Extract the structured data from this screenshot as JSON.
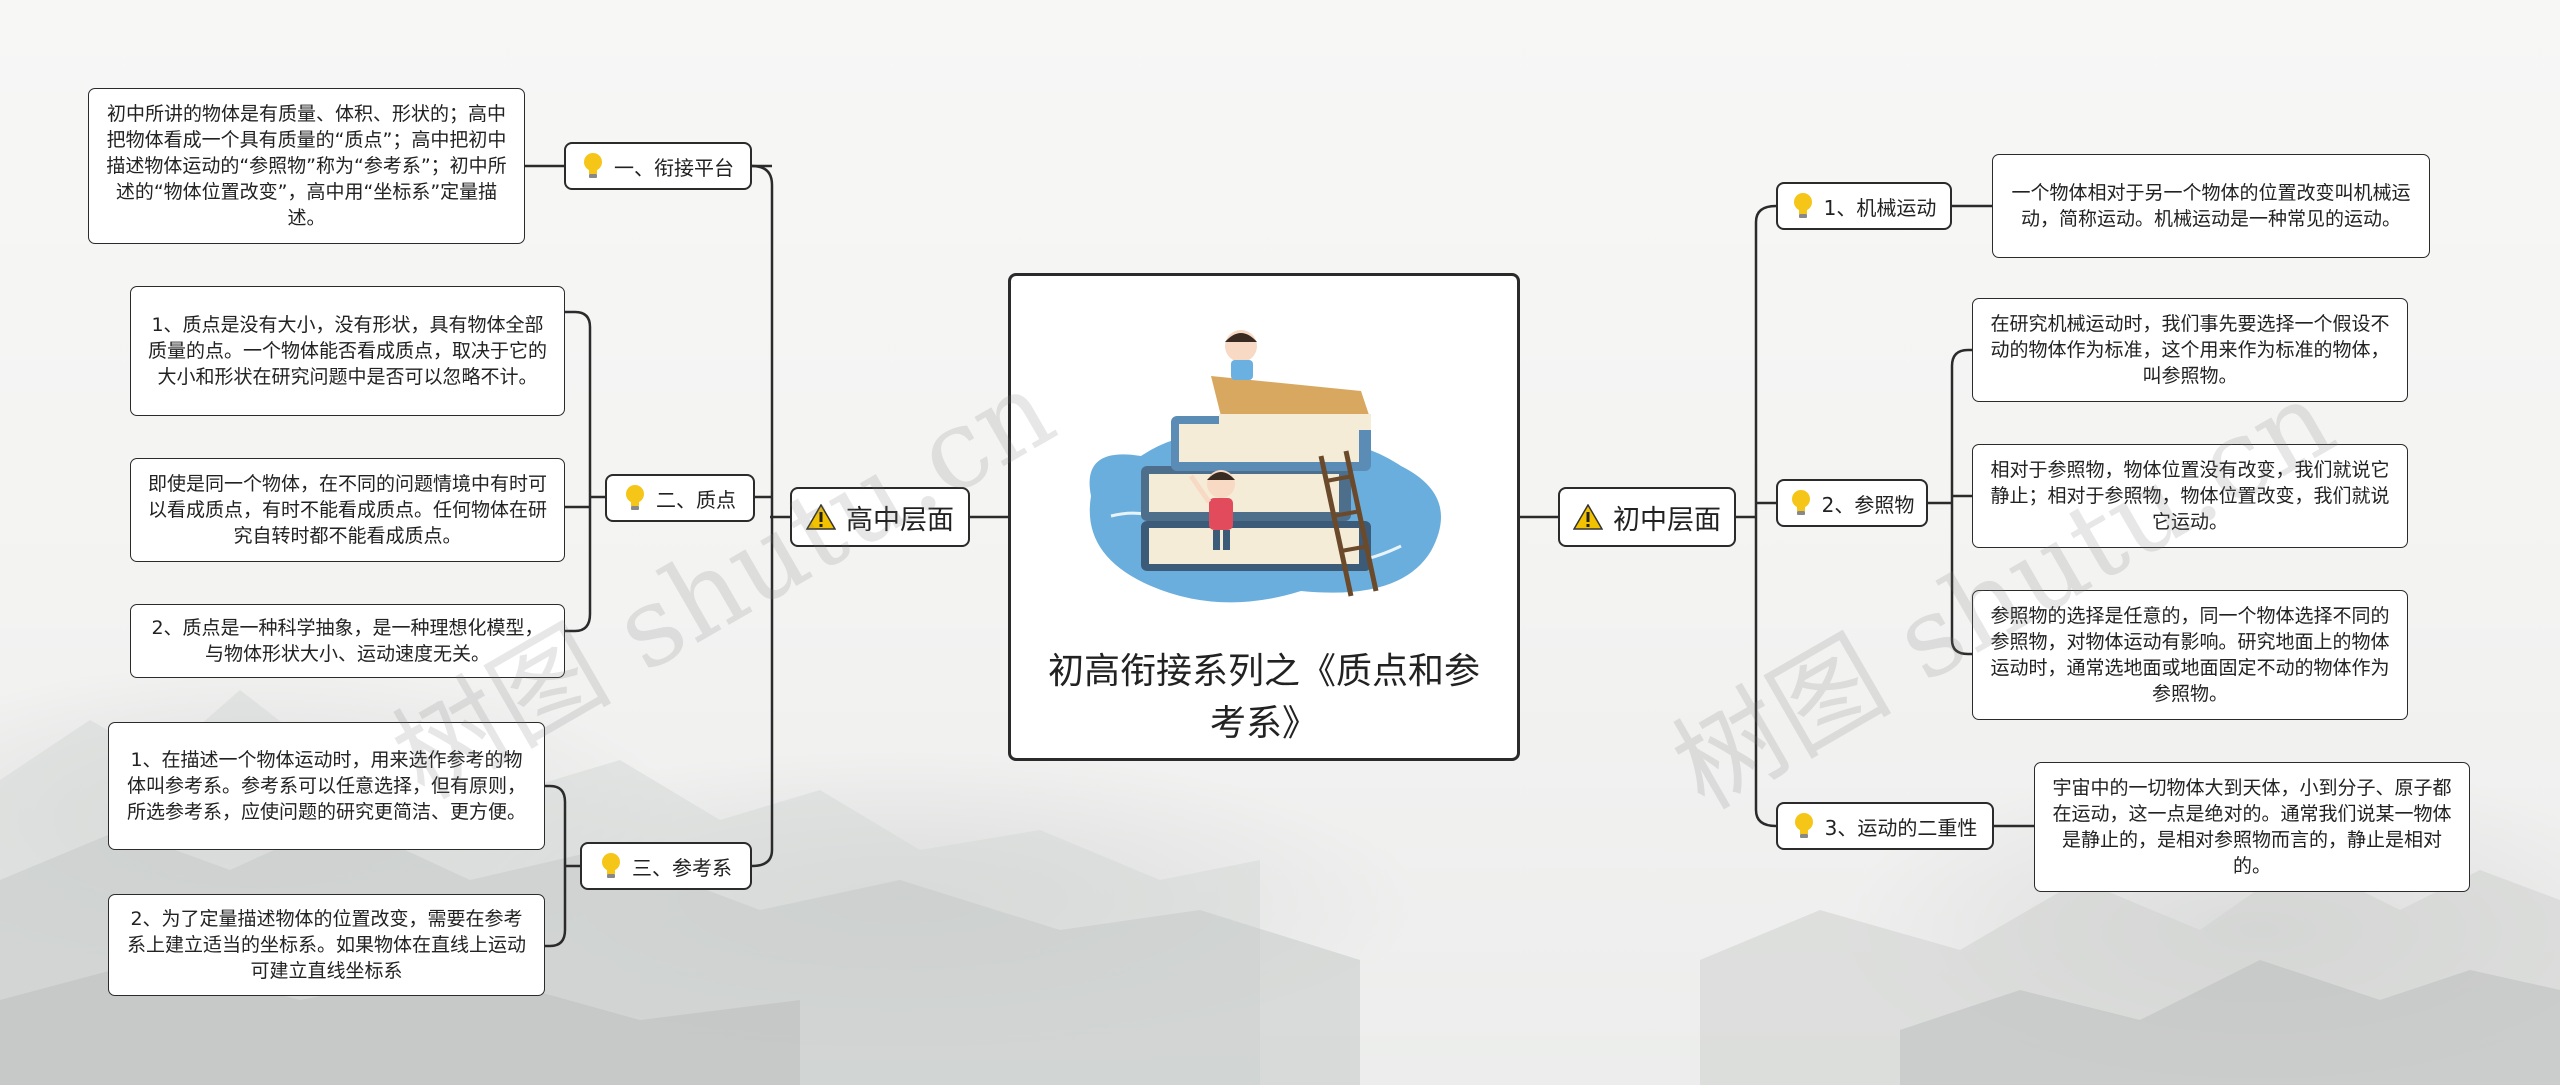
{
  "root": {
    "title": "初高衔接系列之《质点和参考系》"
  },
  "left_branch": {
    "label": "高中层面",
    "children": [
      {
        "label": "一、衔接平台",
        "leaves": [
          "初中所讲的物体是有质量、体积、形状的；高中把物体看成一个具有质量的“质点”；高中把初中描述物体运动的“参照物”称为“参考系”；初中所述的“物体位置改变”，高中用“坐标系”定量描述。"
        ]
      },
      {
        "label": "二、质点",
        "leaves": [
          "1、质点是没有大小，没有形状，具有物体全部质量的点。一个物体能否看成质点，取决于它的大小和形状在研究问题中是否可以忽略不计。",
          "即使是同一个物体，在不同的问题情境中有时可以看成质点，有时不能看成质点。任何物体在研究自转时都不能看成质点。",
          "2、质点是一种科学抽象，是一种理想化模型，与物体形状大小、运动速度无关。"
        ]
      },
      {
        "label": "三、参考系",
        "leaves": [
          "1、在描述一个物体运动时，用来选作参考的物体叫参考系。参考系可以任意选择，但有原则，所选参考系，应使问题的研究更简洁、更方便。",
          "2、为了定量描述物体的位置改变，需要在参考系上建立适当的坐标系。如果物体在直线上运动可建立直线坐标系"
        ]
      }
    ]
  },
  "right_branch": {
    "label": "初中层面",
    "children": [
      {
        "label": "1、机械运动",
        "leaves": [
          "一个物体相对于另一个物体的位置改变叫机械运动，简称运动。机械运动是一种常见的运动。"
        ]
      },
      {
        "label": "2、参照物",
        "leaves": [
          "在研究机械运动时，我们事先要选择一个假设不动的物体作为标准，这个用来作为标准的物体，叫参照物。",
          "相对于参照物，物体位置没有改变，我们就说它静止；相对于参照物，物体位置改变，我们就说它运动。",
          "参照物的选择是任意的，同一个物体选择不同的参照物，对物体运动有影响。研究地面上的物体运动时，通常选地面或地面固定不动的物体作为参照物。"
        ]
      },
      {
        "label": "3、运动的二重性",
        "leaves": [
          "宇宙中的一切物体大到天体，小到分子、原子都在运动，这一点是绝对的。通常我们说某一物体是静止的，是相对参照物而言的，静止是相对的。"
        ]
      }
    ]
  },
  "watermarks": [
    "树图 shutu.cn",
    "树图 shutu.cn"
  ],
  "icons": {
    "branch_icon": "warning-icon",
    "sub_icon": "lightbulb-icon"
  },
  "colors": {
    "line": "#2b2b2b",
    "node_border": "#2b2b2b",
    "bulb": "#f5c518",
    "warn": "#f2c200"
  }
}
